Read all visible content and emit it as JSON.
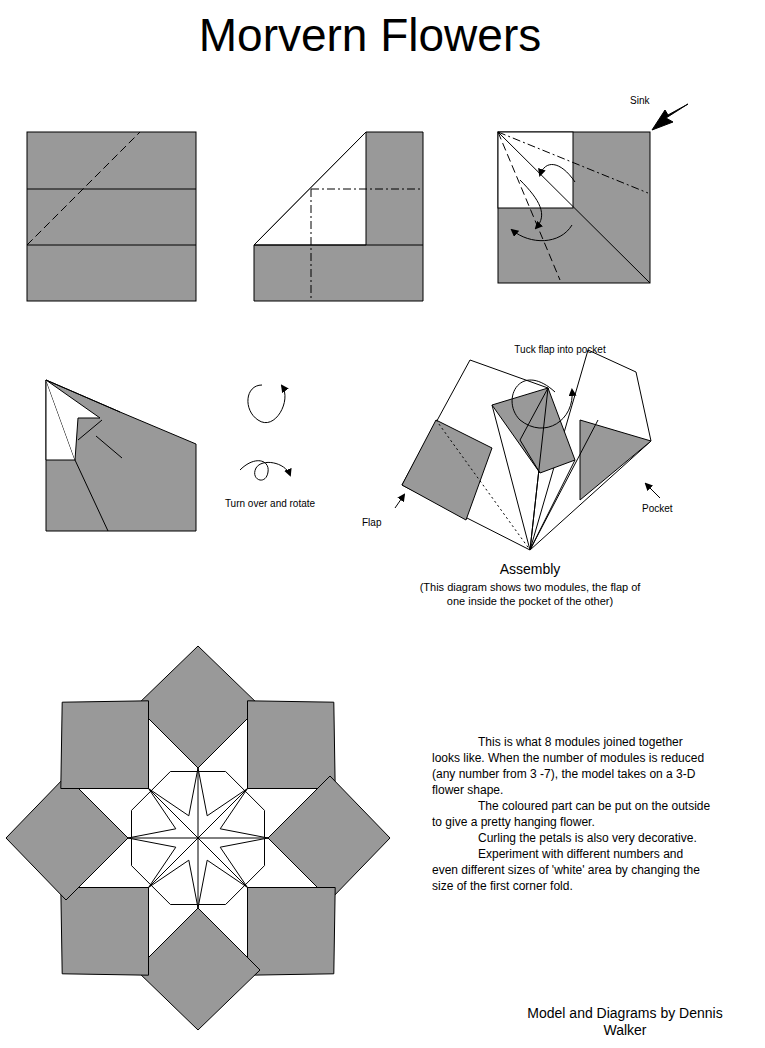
{
  "diagram": {
    "title": "Morvern Flowers",
    "labels": [
      "Sink",
      "Tuck flap into pocket",
      "Turn over and rotate",
      "Flap",
      "Pocket",
      "Assembly",
      "(This diagram shows two modules, the flap of one inside the pocket of the other)",
      "This is what 8 modules joined together looks like. When the number of modules is reduced (any number from 3 -7), the model takes on a 3-D flower shape.",
      "The coloured part can be put on the outside to give a pretty hanging flower.",
      "Curling the petals is also very decorative.",
      "Experiment with different numbers and even different sizes of 'white' area by changing the size of the first corner fold.",
      "Model and Diagrams by Dennis Walker"
    ]
  }
}
